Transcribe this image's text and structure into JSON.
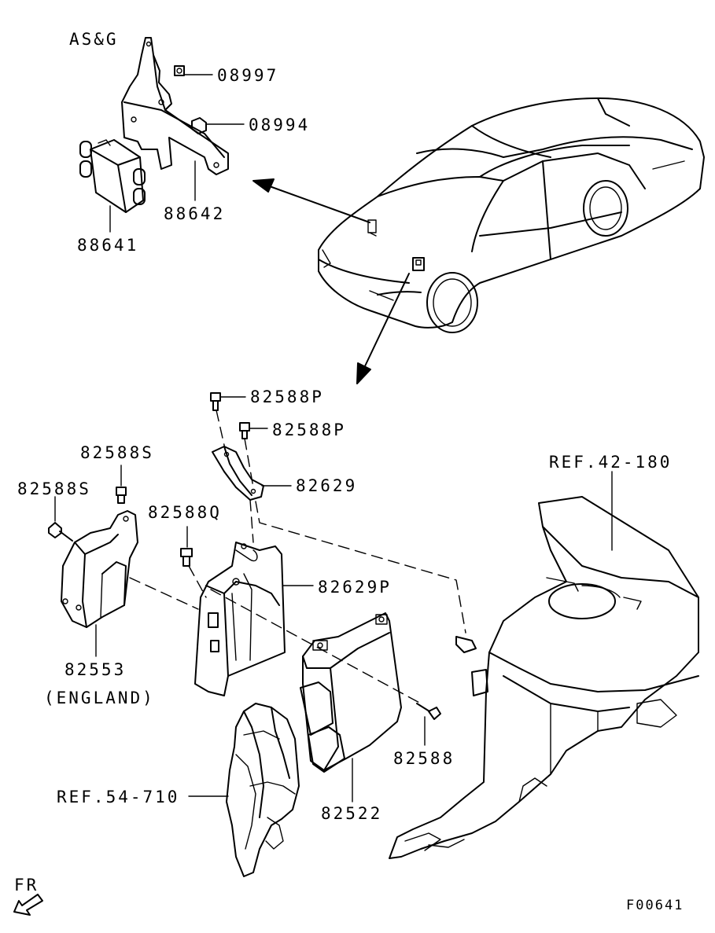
{
  "labels": {
    "asg": "AS&G",
    "p08997": "08997",
    "p08994": "08994",
    "p88642": "88642",
    "p88641": "88641",
    "p82588P_a": "82588P",
    "p82588P_b": "82588P",
    "p82588S_a": "82588S",
    "p82588S_b": "82588S",
    "p82629": "82629",
    "p82588Q": "82588Q",
    "p82629P": "82629P",
    "p82553": "82553",
    "england": "(ENGLAND)",
    "ref42": "REF.42-180",
    "p82588": "82588",
    "p82522": "82522",
    "ref54": "REF.54-710",
    "fr": "FR",
    "figcode": "F00641"
  }
}
